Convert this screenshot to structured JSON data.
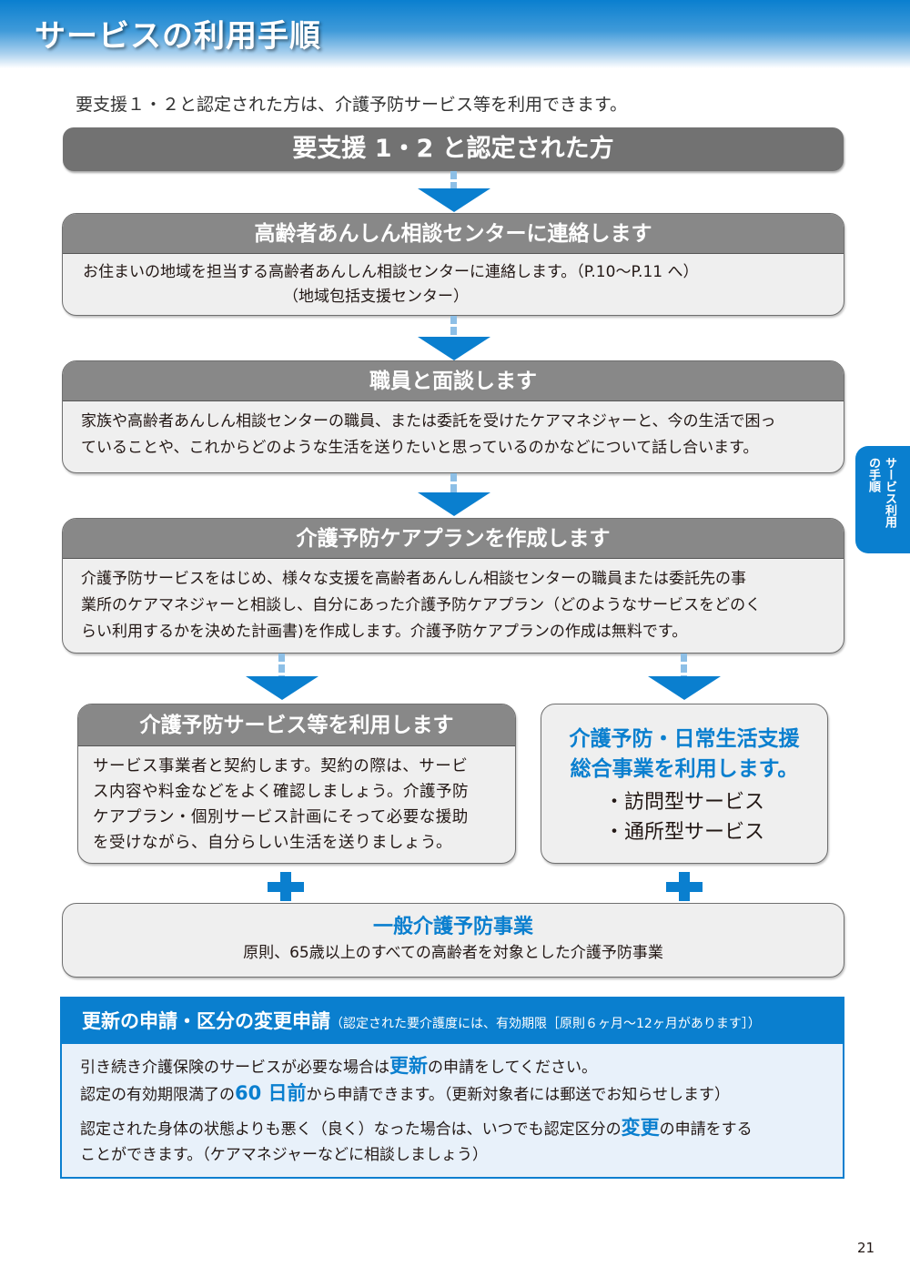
{
  "header": {
    "title": "サービスの利用手順"
  },
  "intro": "要支援１・２と認定された方は、介護予防サービス等を利用できます。",
  "banner": "要支援 1・2 と認定された方",
  "steps": [
    {
      "title": "高齢者あんしん相談センターに連絡します",
      "lines": [
        "お住まいの地域を担当する高齢者あんしん相談センターに連絡します。（P.10〜P.11 へ）",
        "（地域包括支援センター）"
      ]
    },
    {
      "title": "職員と面談します",
      "lines": [
        "家族や高齢者あんしん相談センターの職員、または委託を受けたケアマネジャーと、今の生活で困っ",
        "ていることや、これからどのような生活を送りたいと思っているのかなどについて話し合います。"
      ]
    },
    {
      "title": "介護予防ケアプランを作成します",
      "lines": [
        "介護予防サービスをはじめ、様々な支援を高齢者あんしん相談センターの職員または委託先の事",
        "業所のケアマネジャーと相談し、自分にあった介護予防ケアプラン（どのようなサービスをどのく",
        "らい利用するかを決めた計画書)を作成します。介護予防ケアプランの作成は無料です。"
      ]
    }
  ],
  "left_card": {
    "title": "介護予防サービス等を利用します",
    "lines": [
      "サービス事業者と契約します。契約の際は、サービ",
      "ス内容や料金などをよく確認しましょう。介護予防",
      "ケアプラン・個別サービス計画にそって必要な援助",
      "を受けながら、自分らしい生活を送りましょう。"
    ]
  },
  "right_card": {
    "title_lines": [
      "介護予防・日常生活支援",
      "総合事業を利用します。"
    ],
    "items": [
      "・訪問型サービス",
      "・通所型サービス"
    ]
  },
  "general": {
    "title": "一般介護予防事業",
    "text": "原則、65歳以上のすべての高齢者を対象とした介護予防事業"
  },
  "renewal": {
    "title": "更新の申請・区分の変更申請",
    "note": "（認定された要介護度には、有効期限［原則６ヶ月〜12ヶ月があります］）",
    "p1_a": "引き続き介護保険のサービスが必要な場合は",
    "p1_hl": "更新",
    "p1_b": "の申請をしてください。",
    "p2_a": "認定の有効期限満了の",
    "p2_hl": "60 日前",
    "p2_b": "から申請できます。（更新対象者には郵送でお知らせします）",
    "p3_a": "認定された身体の状態よりも悪く（良く）なった場合は、いつでも認定区分の",
    "p3_hl": "変更",
    "p3_b": "の申請をする",
    "p4": "ことができます。（ケアマネジャーなどに相談しましょう）"
  },
  "side_tab": {
    "col1": "サービス利用",
    "col2": "の手順"
  },
  "page_number": "21",
  "colors": {
    "accent": "#0a7fcf",
    "header_gray": "#888888",
    "banner_gray": "#727272",
    "box_bg": "#efefef"
  }
}
